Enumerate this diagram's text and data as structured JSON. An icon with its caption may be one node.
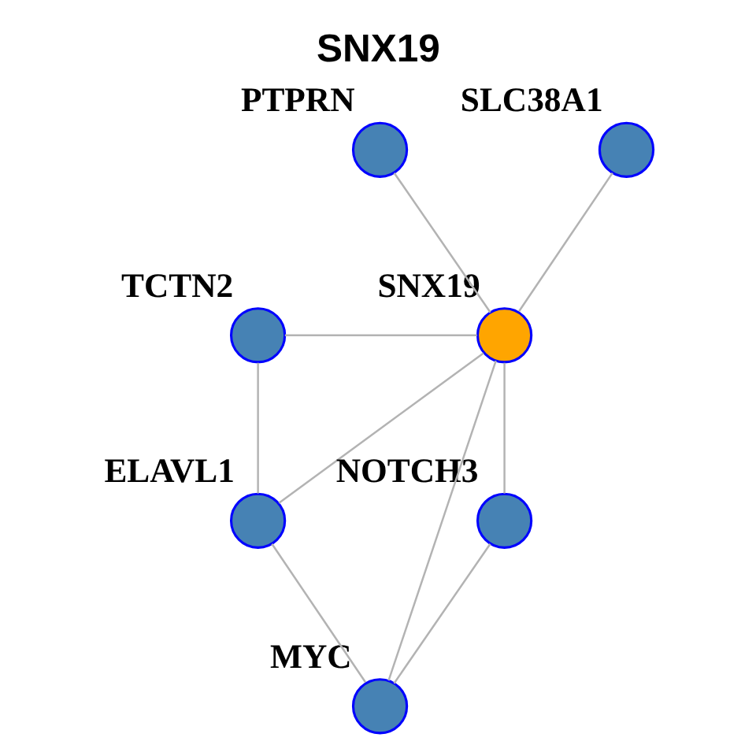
{
  "diagram": {
    "title": "SNX19",
    "nodes": [
      {
        "text": [
          "PTPRN"
        ]
      },
      {
        "text": [
          "SLC38A1"
        ]
      },
      {
        "text": [
          "TCTN2"
        ]
      },
      {
        "text": [
          "SNX19"
        ]
      },
      {
        "text": [
          "ELAVL1"
        ]
      },
      {
        "text": [
          "NOTCH3"
        ]
      },
      {
        "text": [
          "MYC"
        ]
      }
    ],
    "edges": [
      {
        "from": 3,
        "to": 0,
        "arrow": "none"
      },
      {
        "from": 3,
        "to": 1,
        "arrow": "none"
      },
      {
        "from": 3,
        "to": 2,
        "arrow": "none"
      },
      {
        "from": 3,
        "to": 4,
        "arrow": "none"
      },
      {
        "from": 3,
        "to": 6,
        "arrow": "none"
      },
      {
        "from": 3,
        "to": 5,
        "arrow": "none"
      },
      {
        "from": 2,
        "to": 4,
        "arrow": "none"
      },
      {
        "from": 4,
        "to": 6,
        "arrow": "none"
      },
      {
        "from": 6,
        "to": 5,
        "arrow": "none"
      }
    ]
  }
}
